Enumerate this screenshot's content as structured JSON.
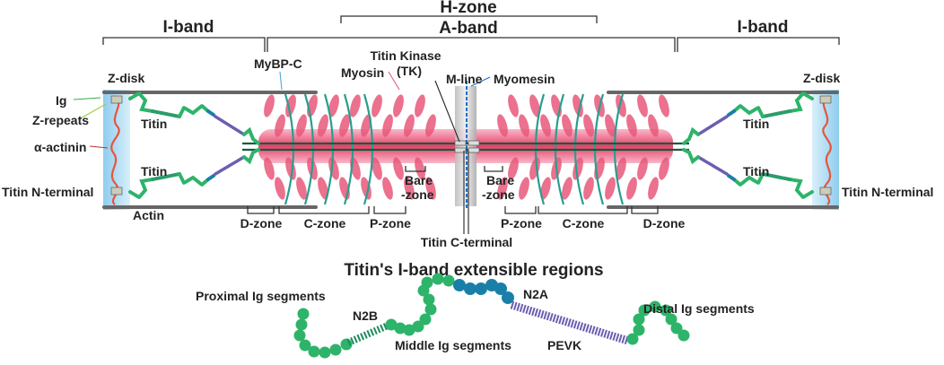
{
  "bands": {
    "i_band_left": "I-band",
    "h_zone": "H-zone",
    "a_band": "A-band",
    "i_band_right": "I-band"
  },
  "labels": {
    "z_disk_left": "Z-disk",
    "z_disk_right": "Z-disk",
    "ig": "Ig",
    "z_repeats": "Z-repeats",
    "alpha_actinin": "α-actinin",
    "titin_n_terminal_left": "Titin N-terminal",
    "titin_n_terminal_right": "Titin N-terminal",
    "actin": "Actin",
    "titin_left_top": "Titin",
    "titin_left_bottom": "Titin",
    "titin_right_top": "Titin",
    "titin_right_bottom": "Titin",
    "mybpc": "MyBP-C",
    "myosin": "Myosin",
    "titin_kinase_1": "Titin Kinase",
    "titin_kinase_2": "(TK)",
    "m_line": "M-line",
    "myomesin": "Myomesin",
    "bare_left_1": "Bare",
    "bare_left_2": "-zone",
    "bare_right_1": "Bare",
    "bare_right_2": "-zone",
    "titin_c_terminal": "Titin C-terminal"
  },
  "zones_left": [
    "D-zone",
    "C-zone",
    "P-zone"
  ],
  "zones_right": [
    "P-zone",
    "C-zone",
    "D-zone"
  ],
  "extensible": {
    "title": "Titin's I-band extensible regions",
    "proximal": "Proximal Ig segments",
    "n2b": "N2B",
    "middle": "Middle Ig segments",
    "n2a": "N2A",
    "pevk": "PEVK",
    "distal": "Distal Ig segments"
  },
  "colors": {
    "myosin": "#e8587a",
    "titin_ig": "#2db46a",
    "titin_n2a": "#1a7fa8",
    "pevk": "#6a5fb0",
    "mybpc": "#2a9d8f",
    "actinin": "#e8553a",
    "zdisk": "#a9d8f0"
  }
}
